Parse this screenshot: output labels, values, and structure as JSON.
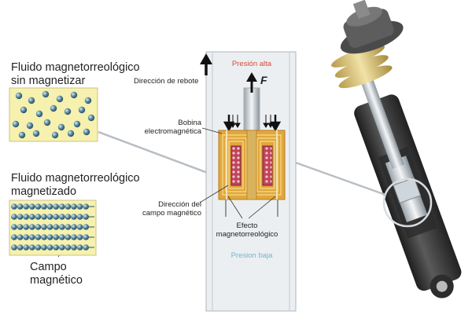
{
  "labels": {
    "fluid_unmag_1": "Fluido magnetorreológico",
    "fluid_unmag_2": "sin magnetizar",
    "fluid_mag_1": "Fluido magnetorreológico",
    "fluid_mag_2": "magnetizado",
    "field_1": "Campo",
    "field_2": "magnético",
    "rebound": "Dirección de rebote",
    "pressure_high": "Presión alta",
    "force": "F",
    "coil_1": "Bobina",
    "coil_2": "electromagnética",
    "field_dir_1": "Dirección del",
    "field_dir_2": "campo magnético",
    "effect_1": "Efecto",
    "effect_2": "magnetorreológico",
    "pressure_low": "Presion baja"
  },
  "colors": {
    "panel_fill": "#f6f1ae",
    "particle": "#4f7f95",
    "core": "#e2a73c",
    "coil": "#c0445c",
    "pressure_high": "#d24b3a",
    "pressure_low": "#6fb7cc",
    "cylinder": "#eceff2",
    "shock_body": "#3e3e3e"
  }
}
